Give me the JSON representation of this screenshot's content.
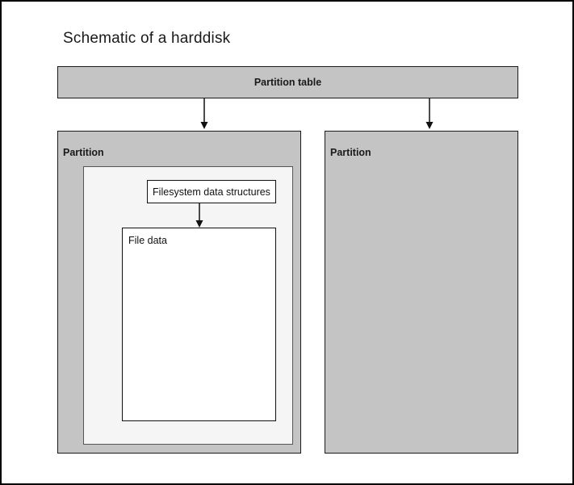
{
  "title": "Schematic of a harddisk",
  "diagram": {
    "type": "block-diagram",
    "partition_table": {
      "label": "Partition table"
    },
    "partitions": [
      {
        "label": "Partition",
        "contains": [
          "Filesystem data structures",
          "File data"
        ]
      },
      {
        "label": "Partition",
        "contains": []
      }
    ],
    "filesystem_box": {
      "label": "Filesystem data structures"
    },
    "file_data_box": {
      "label": "File data"
    },
    "connections": [
      {
        "from": "partition-table",
        "to": "partition-left",
        "style": "arrow-down"
      },
      {
        "from": "partition-table",
        "to": "partition-right",
        "style": "arrow-down"
      },
      {
        "from": "filesystem-data-structures",
        "to": "file-data",
        "style": "arrow-down"
      }
    ]
  },
  "colors": {
    "box_gray": "#c4c4c4",
    "inner_light_gray": "#f5f5f6",
    "box_white": "#ffffff",
    "border_dark": "#1a1a1a",
    "inner_border_gray": "#555555",
    "background": "#ffffff"
  }
}
